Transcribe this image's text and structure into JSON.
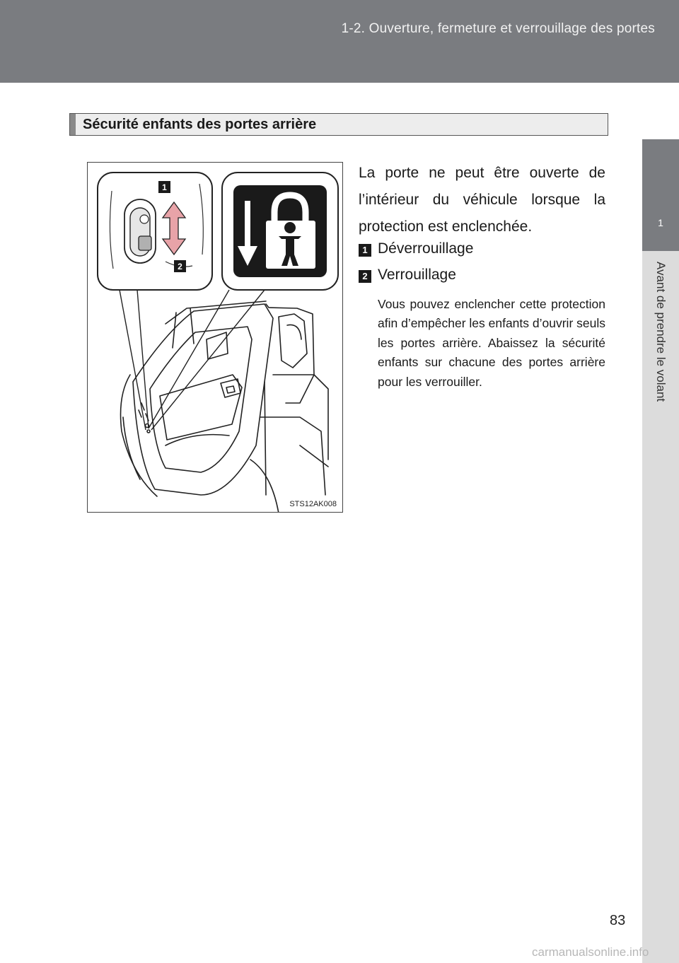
{
  "header": {
    "title": "1-2. Ouverture, fermeture et verrouillage des portes"
  },
  "side_tab": {
    "number": "1",
    "label": "Avant de prendre le volant"
  },
  "section": {
    "heading": "Sécurité enfants des portes arrière"
  },
  "figure": {
    "code": "STS12AK008",
    "callout_1": "1",
    "callout_2": "2",
    "icons": [
      "child-lock-switch-icon",
      "child-lock-padlock-icon",
      "down-arrow-icon",
      "up-down-arrow-icon",
      "car-door-icon"
    ],
    "colors": {
      "arrow": "#e8a3a8",
      "outline": "#222222"
    }
  },
  "body": {
    "paragraph": "La porte ne peut être ouverte de l’intérieur du véhicule lorsque la protection est enclenchée.",
    "items": [
      {
        "number": "1",
        "label": "Déverrouillage"
      },
      {
        "number": "2",
        "label": "Verrouillage"
      }
    ],
    "note": "Vous pouvez enclencher cette protection afin d’empêcher les enfants d’ouvrir seuls les portes arrière. Abaissez la sécurité enfants sur chacune des portes arrière pour les verrouiller."
  },
  "page_number": "83",
  "watermark": "carmanualsonline.info",
  "colors": {
    "header_band": "#7a7c80",
    "tab_light": "#dcdcdc"
  }
}
